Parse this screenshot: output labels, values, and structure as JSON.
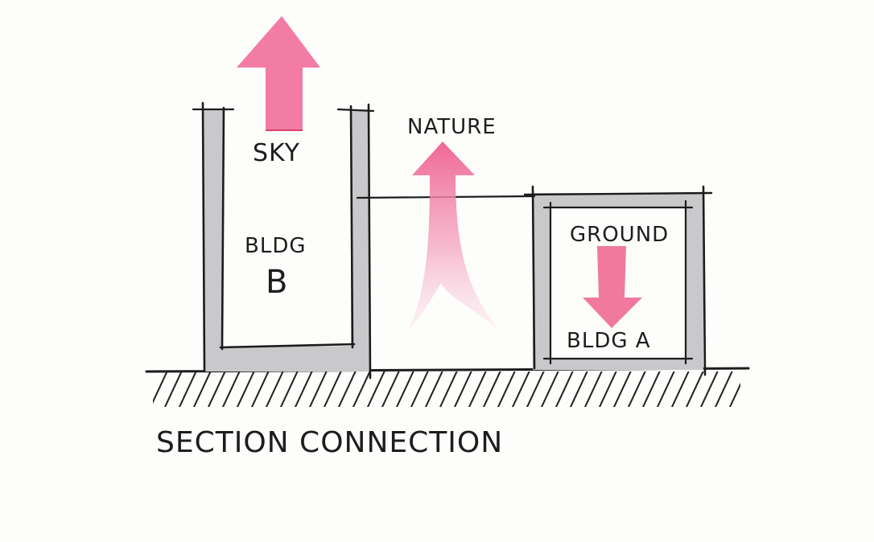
{
  "labels": {
    "sky": "SKY",
    "bldg_b_line1": "BLDG",
    "bldg_b_line2": "B",
    "nature": "NATURE",
    "ground": "GROUND",
    "bldg_a": "BLDG A",
    "caption": "SECTION CONNECTION"
  },
  "colors": {
    "arrow_pink": "#f06a96",
    "wall_gray": "#c9c9cb",
    "ink": "#1c1c1c",
    "paper": "#fdfdfb"
  },
  "icons": {
    "sky_arrow": "arrow-up-icon",
    "nature_arrow": "arrow-up-icon",
    "ground_arrow": "arrow-down-icon"
  }
}
